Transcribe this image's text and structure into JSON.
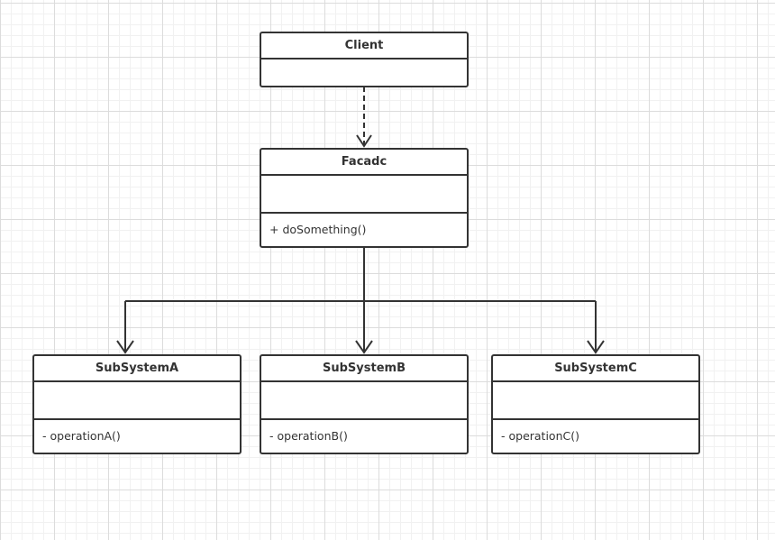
{
  "diagram": {
    "classes": {
      "client": {
        "name": "Client",
        "operations": []
      },
      "facade": {
        "name": "Facadc",
        "operations": [
          "+ doSomething()"
        ]
      },
      "subsystem_a": {
        "name": "SubSystemA",
        "operations": [
          "- operationA()"
        ]
      },
      "subsystem_b": {
        "name": "SubSystemB",
        "operations": [
          "- operationB()"
        ]
      },
      "subsystem_c": {
        "name": "SubSystemC",
        "operations": [
          "- operationC()"
        ]
      }
    },
    "relations": [
      {
        "from": "client",
        "to": "facade",
        "type": "dependency",
        "style": "dashed"
      },
      {
        "from": "facade",
        "to": "subsystem_a",
        "type": "association",
        "style": "solid"
      },
      {
        "from": "facade",
        "to": "subsystem_b",
        "type": "association",
        "style": "solid"
      },
      {
        "from": "facade",
        "to": "subsystem_c",
        "type": "association",
        "style": "solid"
      }
    ],
    "colors": {
      "stroke": "#333333",
      "fill": "#ffffff",
      "grid": "#dcdcdc"
    }
  }
}
